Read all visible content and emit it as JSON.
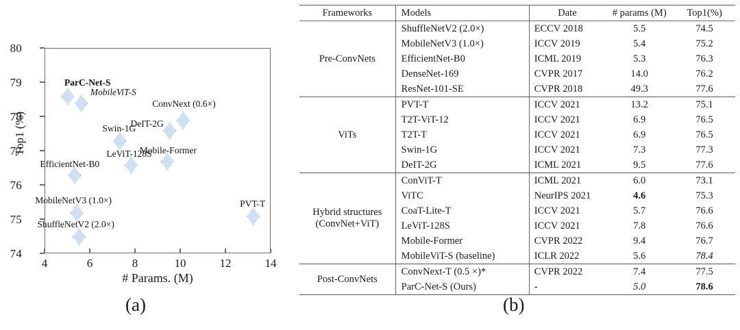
{
  "figure": {
    "caption_a": "(a)",
    "caption_b": "(b)"
  },
  "chart_data": {
    "type": "scatter",
    "title": "",
    "xlabel": "# Params. (M)",
    "ylabel": "Top1 (%)",
    "xlim": [
      4,
      14
    ],
    "ylim": [
      74,
      80
    ],
    "xticks": [
      "4",
      "6",
      "8",
      "10",
      "12",
      "14"
    ],
    "yticks": [
      "74",
      "75",
      "76",
      "77",
      "78",
      "79",
      "80"
    ],
    "grid": false,
    "legend": "none",
    "marker": "diamond",
    "marker_fill": "#cfe0f2",
    "marker_edge": "#7fa8d0",
    "points": [
      {
        "label": "ParC-Net-S",
        "x": 5.0,
        "y": 78.6,
        "style": "bold"
      },
      {
        "label": "MobileViT-S",
        "x": 5.6,
        "y": 78.4,
        "style": "italic"
      },
      {
        "label": "ConvNext (0.6×)",
        "x": 10.1,
        "y": 77.9,
        "style": "normal"
      },
      {
        "label": "DeIT-2G",
        "x": 9.5,
        "y": 77.6,
        "style": "normal"
      },
      {
        "label": "Swin-1G",
        "x": 7.3,
        "y": 77.3,
        "style": "normal"
      },
      {
        "label": "Mobile-Former",
        "x": 9.4,
        "y": 76.7,
        "style": "normal"
      },
      {
        "label": "LeViT-128S",
        "x": 7.8,
        "y": 76.6,
        "style": "normal"
      },
      {
        "label": "EfficientNet-B0",
        "x": 5.3,
        "y": 76.3,
        "style": "normal"
      },
      {
        "label": "MobileNetV3 (1.0×)",
        "x": 5.4,
        "y": 75.2,
        "style": "normal"
      },
      {
        "label": "ShuffleNetV2 (2.0×)",
        "x": 5.5,
        "y": 74.5,
        "style": "normal"
      },
      {
        "label": "PVT-T",
        "x": 13.2,
        "y": 75.1,
        "style": "normal"
      }
    ]
  },
  "table": {
    "headers": [
      "Frameworks",
      "Models",
      "Date",
      "# params (M)",
      "Top1(%)"
    ],
    "groups": [
      {
        "framework": "Pre-ConvNets",
        "rows": [
          {
            "model": "ShuffleNetV2 (2.0×)",
            "date": "ECCV 2018",
            "params": "5.5",
            "top1": "74.5"
          },
          {
            "model": "MobileNetV3 (1.0×)",
            "date": "ICCV 2019",
            "params": "5.4",
            "top1": "75.2"
          },
          {
            "model": "EfficientNet-B0",
            "date": "ICML 2019",
            "params": "5.3",
            "top1": "76.3"
          },
          {
            "model": "DenseNet-169",
            "date": "CVPR 2017",
            "params": "14.0",
            "top1": "76.2"
          },
          {
            "model": "ResNet-101-SE",
            "date": "CVPR 2018",
            "params": "49.3",
            "top1": "77.6"
          }
        ]
      },
      {
        "framework": "ViTs",
        "rows": [
          {
            "model": "PVT-T",
            "date": "ICCV 2021",
            "params": "13.2",
            "top1": "75.1"
          },
          {
            "model": "T2T-ViT-12",
            "date": "ICCV 2021",
            "params": "6.9",
            "top1": "76.5"
          },
          {
            "model": "T2T-T",
            "date": "ICCV 2021",
            "params": "6.9",
            "top1": "76.5"
          },
          {
            "model": "Swin-1G",
            "date": "ICCV 2021",
            "params": "7.3",
            "top1": "77.3"
          },
          {
            "model": "DeIT-2G",
            "date": "ICML 2021",
            "params": "9.5",
            "top1": "77.6"
          }
        ]
      },
      {
        "framework": "Hybrid structures (ConvNet+ViT)",
        "framework_line1": "Hybrid structures",
        "framework_line2": "(ConvNet+ViT)",
        "rows": [
          {
            "model": "ConViT-T",
            "date": "ICML 2021",
            "params": "6.0",
            "top1": "73.1"
          },
          {
            "model": "ViTC",
            "date": "NeurIPS 2021",
            "params": "4.6",
            "params_style": "bold",
            "top1": "75.3"
          },
          {
            "model": "CoaT-Lite-T",
            "date": "ICCV 2021",
            "params": "5.7",
            "top1": "76.6"
          },
          {
            "model": "LeViT-128S",
            "date": "ICCV 2021",
            "params": "7.8",
            "top1": "76.6"
          },
          {
            "model": "Mobile-Former",
            "date": "CVPR 2022",
            "params": "9.4",
            "top1": "76.7"
          },
          {
            "model": "MobileViT-S (baseline)",
            "date": "ICLR 2022",
            "params": "5.6",
            "top1": "78.4",
            "top1_style": "italic"
          }
        ]
      },
      {
        "framework": "Post-ConvNets",
        "rows": [
          {
            "model": "ConvNext-T (0.5 ×)*",
            "date": "CVPR 2022",
            "params": "7.4",
            "top1": "77.5"
          },
          {
            "model": "ParC-Net-S  (Ours)",
            "date": "-",
            "params": "5.0",
            "params_style": "italic",
            "top1": "78.6",
            "top1_style": "bold"
          }
        ]
      }
    ]
  }
}
